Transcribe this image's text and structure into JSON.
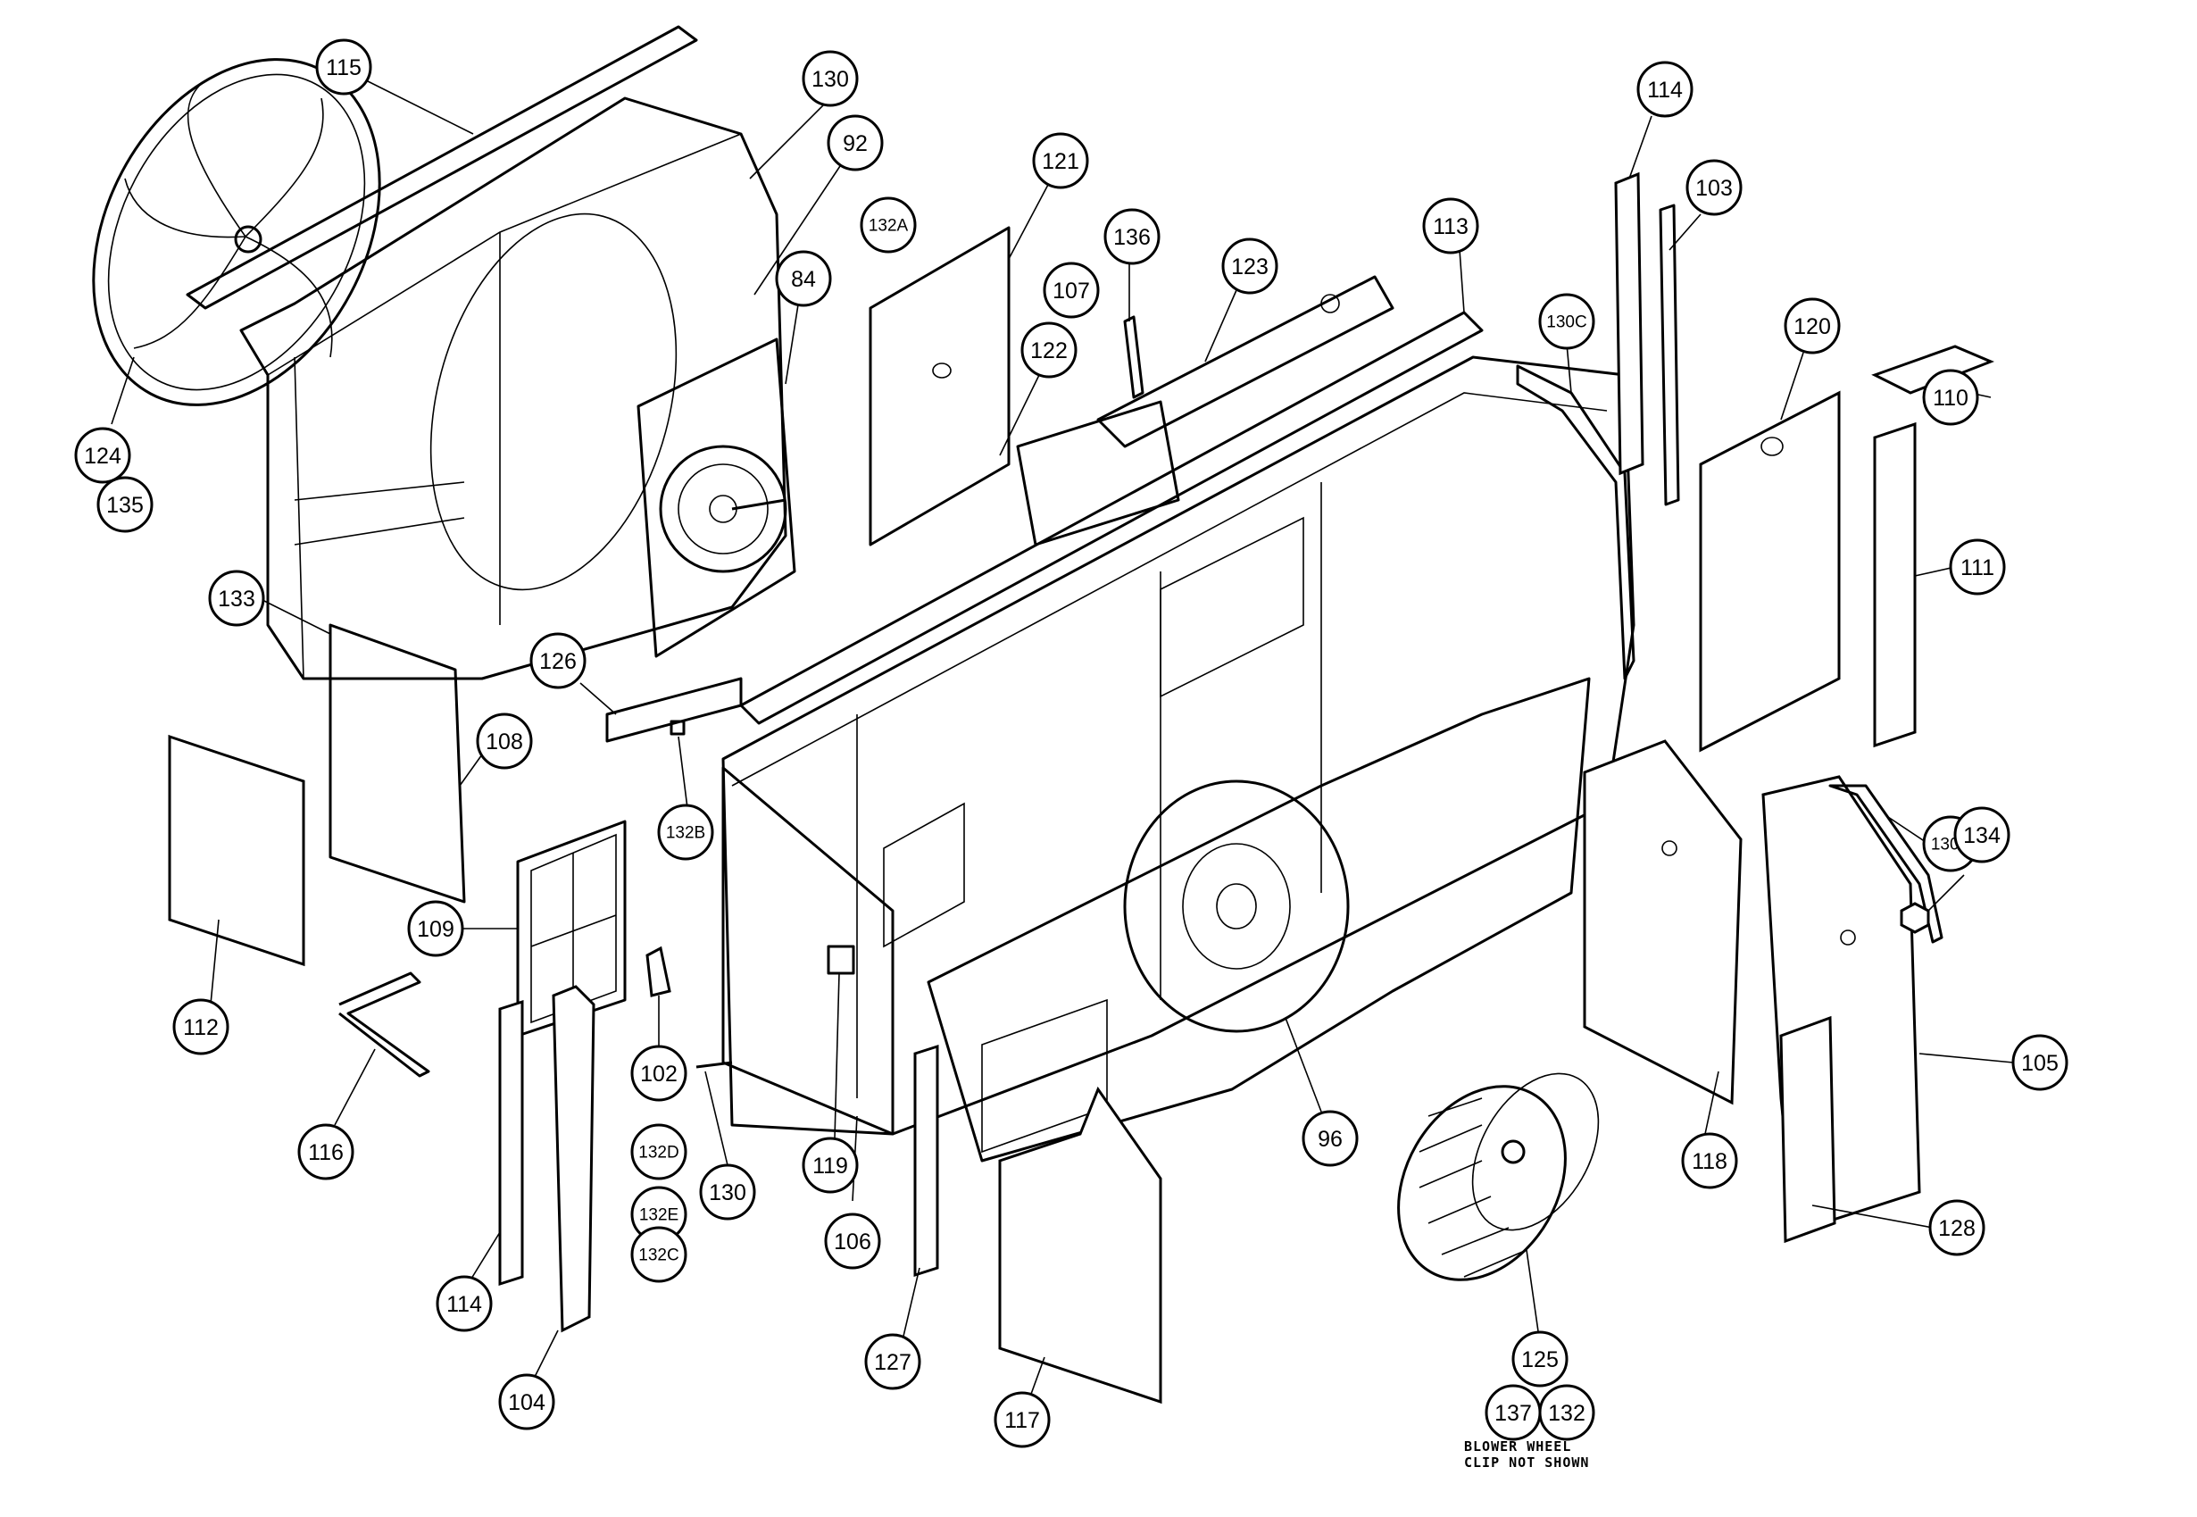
{
  "diagram": {
    "callouts": [
      {
        "id": "115",
        "label": "115"
      },
      {
        "id": "130-top",
        "label": "130"
      },
      {
        "id": "92",
        "label": "92"
      },
      {
        "id": "121",
        "label": "121"
      },
      {
        "id": "132A",
        "label": "132A"
      },
      {
        "id": "136",
        "label": "136"
      },
      {
        "id": "107",
        "label": "107"
      },
      {
        "id": "123",
        "label": "123"
      },
      {
        "id": "84",
        "label": "84"
      },
      {
        "id": "122",
        "label": "122"
      },
      {
        "id": "113",
        "label": "113"
      },
      {
        "id": "114-top",
        "label": "114"
      },
      {
        "id": "103",
        "label": "103"
      },
      {
        "id": "130C",
        "label": "130C"
      },
      {
        "id": "120",
        "label": "120"
      },
      {
        "id": "110",
        "label": "110"
      },
      {
        "id": "124",
        "label": "124"
      },
      {
        "id": "135",
        "label": "135"
      },
      {
        "id": "111",
        "label": "111"
      },
      {
        "id": "133",
        "label": "133"
      },
      {
        "id": "126",
        "label": "126"
      },
      {
        "id": "108",
        "label": "108"
      },
      {
        "id": "130B",
        "label": "130B"
      },
      {
        "id": "132B",
        "label": "132B"
      },
      {
        "id": "134",
        "label": "134"
      },
      {
        "id": "109",
        "label": "109"
      },
      {
        "id": "112",
        "label": "112"
      },
      {
        "id": "102",
        "label": "102"
      },
      {
        "id": "105",
        "label": "105"
      },
      {
        "id": "96",
        "label": "96"
      },
      {
        "id": "116",
        "label": "116"
      },
      {
        "id": "132D",
        "label": "132D"
      },
      {
        "id": "119",
        "label": "119"
      },
      {
        "id": "118",
        "label": "118"
      },
      {
        "id": "130-bottom",
        "label": "130"
      },
      {
        "id": "132E",
        "label": "132E"
      },
      {
        "id": "106",
        "label": "106"
      },
      {
        "id": "128",
        "label": "128"
      },
      {
        "id": "132C",
        "label": "132C"
      },
      {
        "id": "114-bottom",
        "label": "114"
      },
      {
        "id": "127",
        "label": "127"
      },
      {
        "id": "125",
        "label": "125"
      },
      {
        "id": "104",
        "label": "104"
      },
      {
        "id": "117",
        "label": "117"
      },
      {
        "id": "137",
        "label": "137"
      },
      {
        "id": "132",
        "label": "132"
      }
    ],
    "note": {
      "line1": "BLOWER WHEEL",
      "line2": "CLIP NOT SHOWN"
    }
  }
}
